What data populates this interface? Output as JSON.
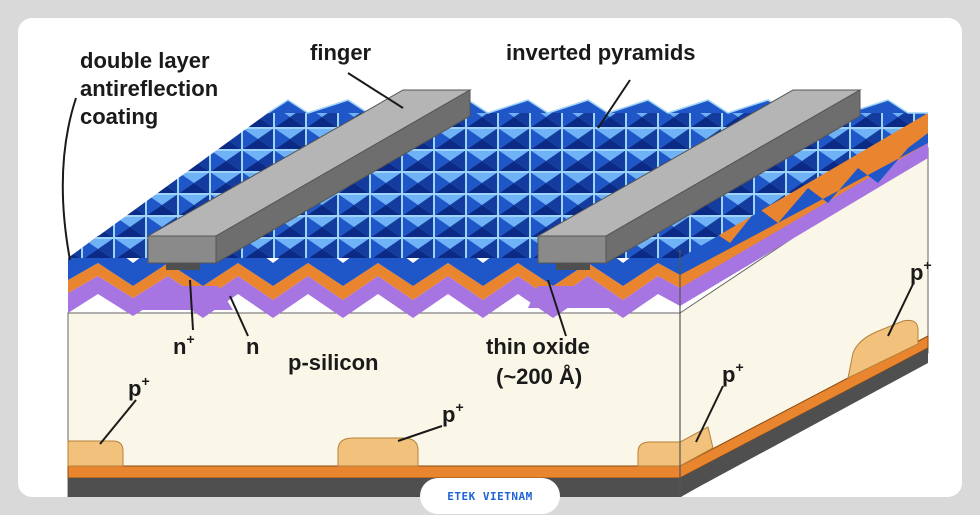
{
  "labels": {
    "double_layer_1": "double layer",
    "double_layer_2": "antireflection",
    "double_layer_3": "coating",
    "finger": "finger",
    "inverted_pyramids": "inverted pyramids",
    "n_plus": "n",
    "n_plus_sup": "+",
    "n": "n",
    "p_silicon": "p-silicon",
    "thin_oxide_1": "thin oxide",
    "thin_oxide_2": "(~200 Å)",
    "p_plus": "p",
    "p_plus_sup": "+"
  },
  "watermark": "ETEK VIETNAM",
  "colors": {
    "background": "#d9d9d9",
    "card": "#ffffff",
    "silicon": "#fbf7e8",
    "pyramid_dark": "#0a2a86",
    "pyramid_mid": "#1f56c8",
    "pyramid_light": "#4d9cf2",
    "grid_lines": "#9fd4f7",
    "orange_layer": "#e8852e",
    "purple_layer": "#a775e2",
    "finger_top": "#b5b5b5",
    "finger_side": "#6e6e6e",
    "p_plus_region": "#f2c27c",
    "base_grey": "#4f4f4f"
  }
}
